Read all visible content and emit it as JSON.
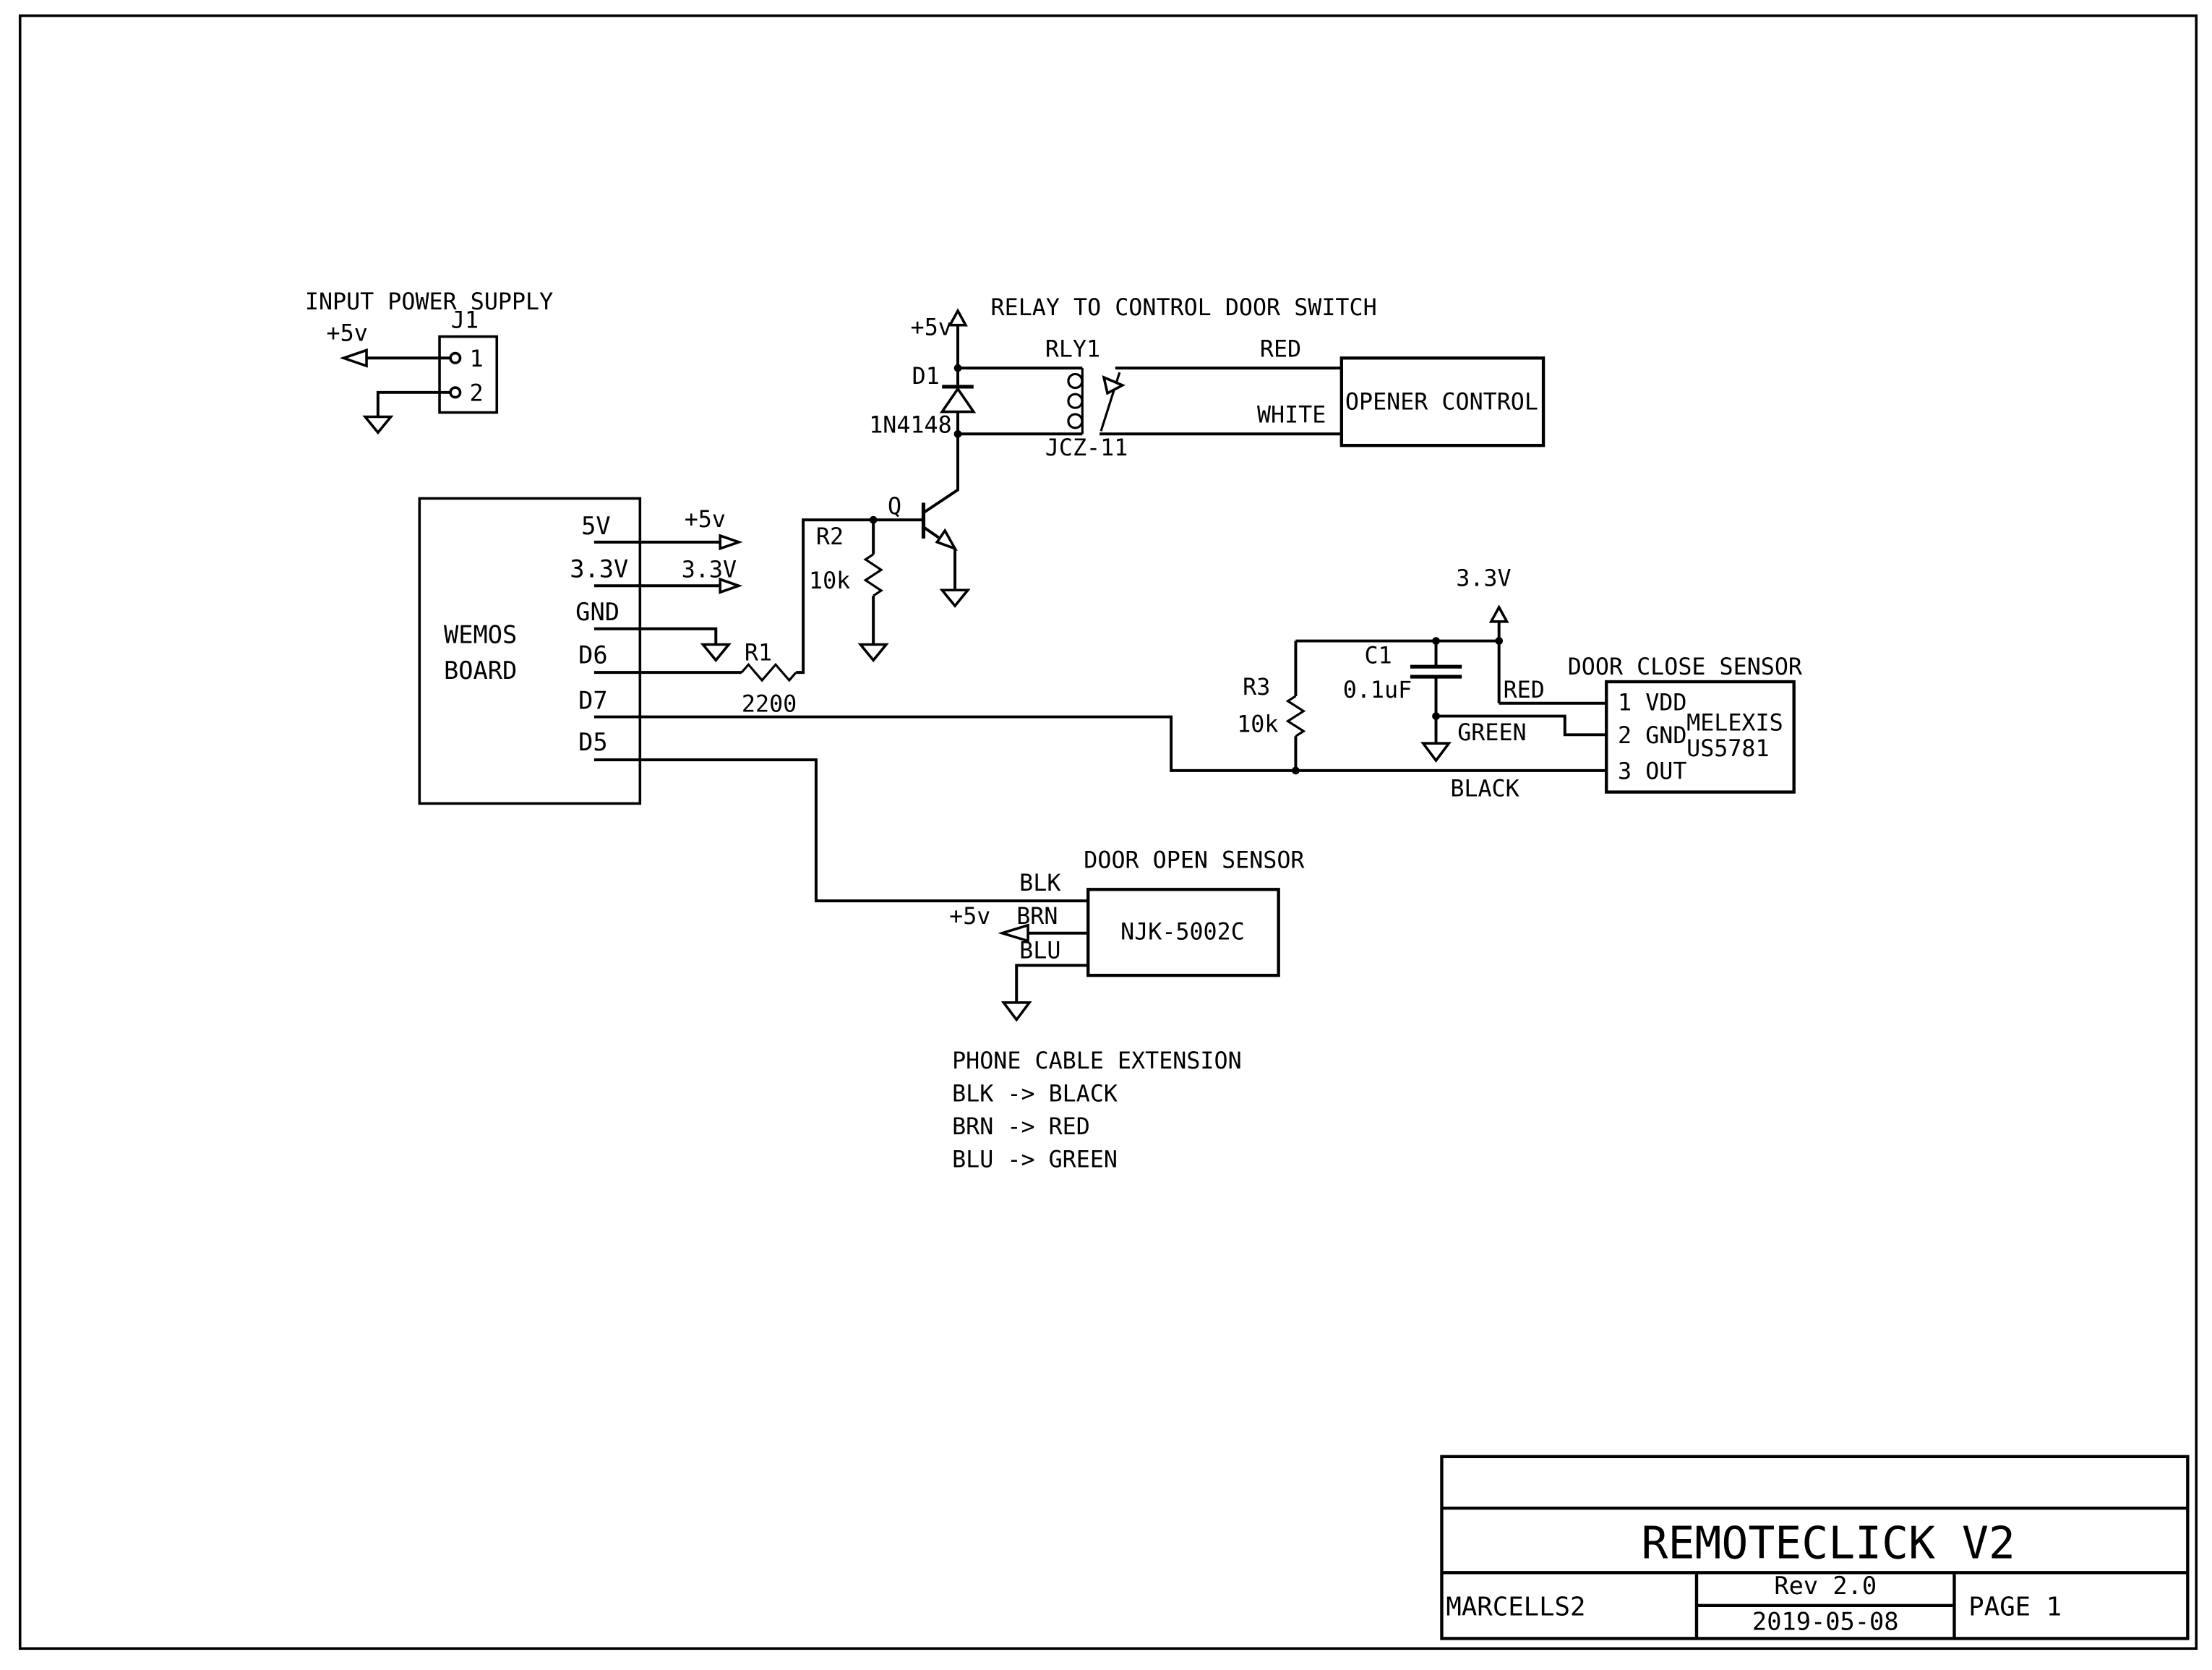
{
  "colors": {
    "ink": "#000000",
    "paper": "#ffffff"
  },
  "sections": {
    "power": {
      "title": "INPUT POWER SUPPLY",
      "plus5v": "+5v",
      "j1": "J1",
      "pin1": "1",
      "pin2": "2"
    },
    "relay": {
      "title": "RELAY TO CONTROL DOOR SWITCH",
      "plus5v": "+5v",
      "d1_ref": "D1",
      "d1_part": "1N4148",
      "rly_ref": "RLY1",
      "rly_part": "JCZ-11",
      "red": "RED",
      "white": "WHITE",
      "opener": "OPENER CONTROL"
    },
    "board": {
      "line1": "WEMOS",
      "line2": "BOARD",
      "pin_5v": "5V",
      "pin_3v3": "3.3V",
      "pin_gnd": "GND",
      "pin_d6": "D6",
      "pin_d7": "D7",
      "pin_d5": "D5",
      "out_5v": "+5v",
      "out_3v3": "3.3V",
      "r1_ref": "R1",
      "r1_val": "2200",
      "r2_ref": "R2",
      "r2_val": "10k",
      "q_ref": "Q"
    },
    "close_sensor": {
      "rail_3v3": "3.3V",
      "r3_ref": "R3",
      "r3_val": "10k",
      "c1_ref": "C1",
      "c1_val": "0.1uF",
      "title": "DOOR CLOSE SENSOR",
      "pin1": "1 VDD",
      "pin2": "2 GND",
      "pin3": "3 OUT",
      "part1": "MELEXIS",
      "part2": "US5781",
      "red": "RED",
      "green": "GREEN",
      "black": "BLACK"
    },
    "open_sensor": {
      "title": "DOOR OPEN SENSOR",
      "part": "NJK-5002C",
      "blk": "BLK",
      "brn": "BRN",
      "blu": "BLU",
      "plus5v": "+5v"
    },
    "phone": {
      "title": "PHONE CABLE EXTENSION",
      "row1": "BLK -> BLACK",
      "row2": "BRN -> RED",
      "row3": "BLU -> GREEN"
    }
  },
  "title_block": {
    "title": "REMOTECLICK V2",
    "author": "MARCELLS2",
    "rev": "Rev 2.0",
    "date": "2019-05-08",
    "page": "PAGE 1"
  }
}
